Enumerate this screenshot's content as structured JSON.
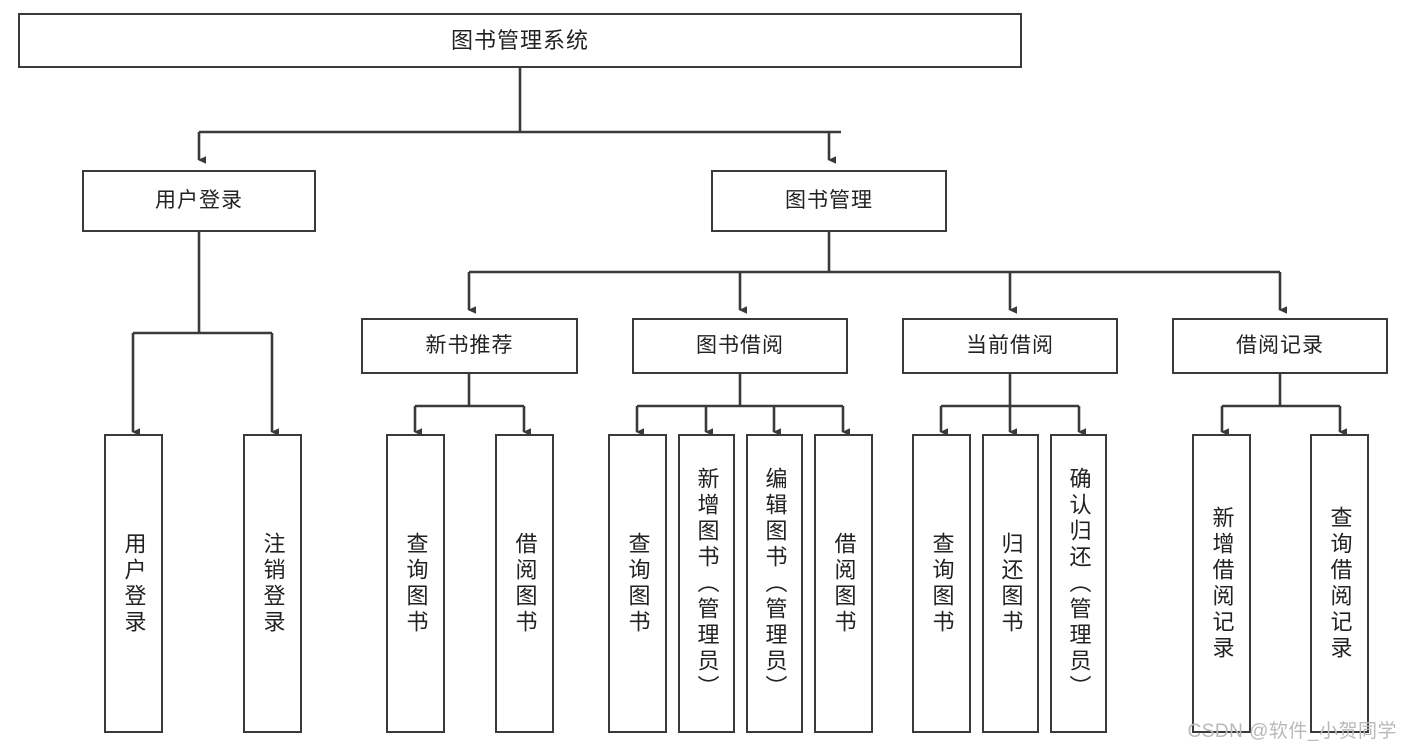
{
  "diagram": {
    "type": "tree-hierarchy-chart",
    "title": "图书管理系统",
    "stroke_color": "#3a3a3a",
    "background_color": "#ffffff",
    "text_color": "#222222",
    "nodes": {
      "root": {
        "label": "图书管理系统"
      },
      "level2": [
        {
          "id": "user-login",
          "label": "用户登录"
        },
        {
          "id": "book-management",
          "label": "图书管理"
        }
      ],
      "level3": [
        {
          "id": "new-book-recommend",
          "label": "新书推荐"
        },
        {
          "id": "book-borrow",
          "label": "图书借阅"
        },
        {
          "id": "current-borrow",
          "label": "当前借阅"
        },
        {
          "id": "borrow-record",
          "label": "借阅记录"
        }
      ],
      "leaves": [
        {
          "id": "leaf-user-login",
          "parent": "user-login",
          "label": "用户登录"
        },
        {
          "id": "leaf-logout-login",
          "parent": "user-login",
          "label": "注销登录"
        },
        {
          "id": "leaf-query-book-1",
          "parent": "new-book-recommend",
          "label": "查询图书"
        },
        {
          "id": "leaf-borrow-book-1",
          "parent": "new-book-recommend",
          "label": "借阅图书"
        },
        {
          "id": "leaf-query-book-2",
          "parent": "book-borrow",
          "label": "查询图书"
        },
        {
          "id": "leaf-add-book",
          "parent": "book-borrow",
          "label": "新增图书（管理员）"
        },
        {
          "id": "leaf-edit-book",
          "parent": "book-borrow",
          "label": "编辑图书（管理员）"
        },
        {
          "id": "leaf-borrow-book-2",
          "parent": "book-borrow",
          "label": "借阅图书"
        },
        {
          "id": "leaf-query-book-3",
          "parent": "current-borrow",
          "label": "查询图书"
        },
        {
          "id": "leaf-return-book",
          "parent": "current-borrow",
          "label": "归还图书"
        },
        {
          "id": "leaf-confirm-return",
          "parent": "current-borrow",
          "label": "确认归还（管理员）"
        },
        {
          "id": "leaf-add-record",
          "parent": "borrow-record",
          "label": "新增借阅记录"
        },
        {
          "id": "leaf-query-record",
          "parent": "borrow-record",
          "label": "查询借阅记录"
        }
      ]
    }
  },
  "watermark": {
    "text": "CSDN @软件_小贺同学"
  }
}
